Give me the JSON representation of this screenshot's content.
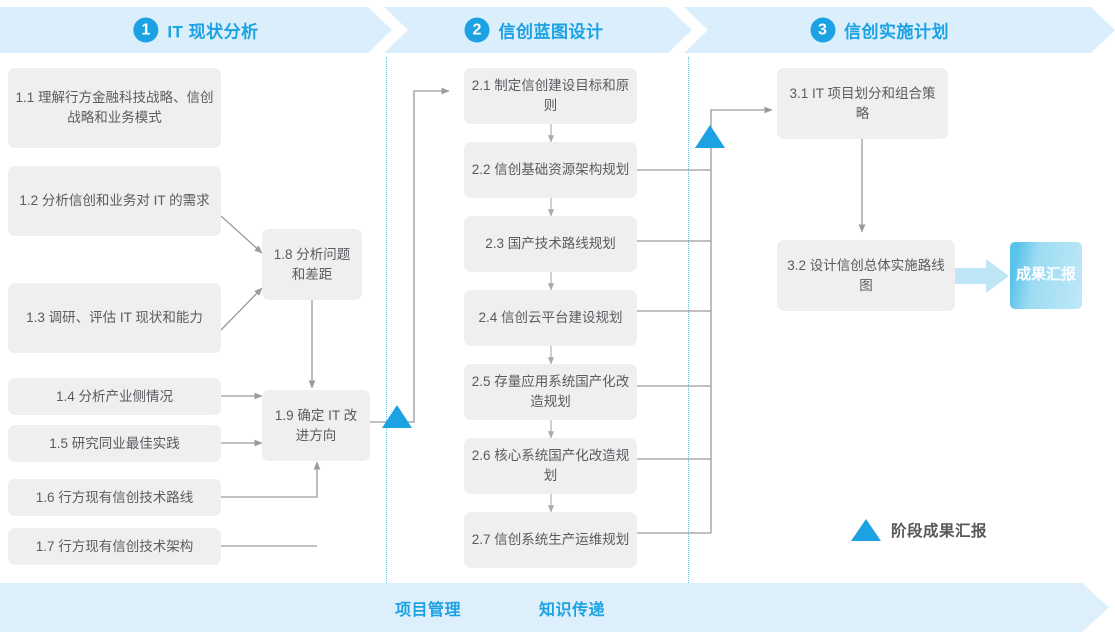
{
  "colors": {
    "accent": "#1ca2e3",
    "band": "#daeefb",
    "box_bg": "#efeff0",
    "box_text": "#5b5b60",
    "wire": "#939398",
    "dotted": "#5ec3ea"
  },
  "phases": [
    {
      "number": "1",
      "title": "IT 现状分析"
    },
    {
      "number": "2",
      "title": "信创蓝图设计"
    },
    {
      "number": "3",
      "title": "信创实施计划"
    }
  ],
  "phase1_tasks": [
    {
      "id": "1.1",
      "text": "1.1 理解行方金融科技战略、信创战略和业务模式"
    },
    {
      "id": "1.2",
      "text": "1.2 分析信创和业务对 IT 的需求"
    },
    {
      "id": "1.3",
      "text": "1.3 调研、评估 IT 现状和能力"
    },
    {
      "id": "1.4",
      "text": "1.4 分析产业侧情况"
    },
    {
      "id": "1.5",
      "text": "1.5 研究同业最佳实践"
    },
    {
      "id": "1.6",
      "text": "1.6 行方现有信创技术路线"
    },
    {
      "id": "1.7",
      "text": "1.7 行方现有信创技术架构"
    },
    {
      "id": "1.8",
      "text": "1.8 分析问题和差距"
    },
    {
      "id": "1.9",
      "text": "1.9 确定 IT 改进方向"
    }
  ],
  "phase2_tasks": [
    {
      "id": "2.1",
      "text": "2.1 制定信创建设目标和原则"
    },
    {
      "id": "2.2",
      "text": "2.2 信创基础资源架构规划"
    },
    {
      "id": "2.3",
      "text": "2.3 国产技术路线规划"
    },
    {
      "id": "2.4",
      "text": "2.4 信创云平台建设规划"
    },
    {
      "id": "2.5",
      "text": "2.5 存量应用系统国产化改造规划"
    },
    {
      "id": "2.6",
      "text": "2.6 核心系统国产化改造规划"
    },
    {
      "id": "2.7",
      "text": "2.7 信创系统生产运维规划"
    }
  ],
  "phase3_tasks": [
    {
      "id": "3.1",
      "text": "3.1 IT 项目划分和组合策略"
    },
    {
      "id": "3.2",
      "text": "3.2 设计信创总体实施路线图"
    }
  ],
  "result": {
    "text": "成果汇报"
  },
  "legend": {
    "text": "阶段成果汇报",
    "marker": "triangle"
  },
  "bottom_bar": {
    "labels": [
      "项目管理",
      "知识传递"
    ]
  }
}
